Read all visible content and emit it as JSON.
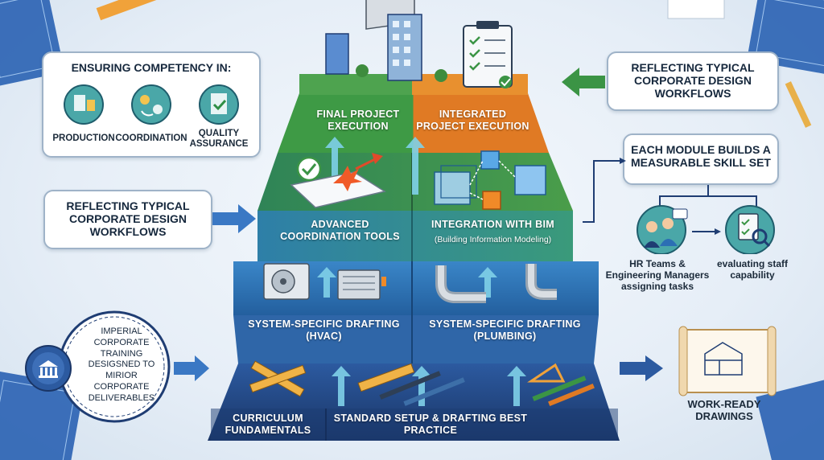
{
  "competency": {
    "title": "ENSURING COMPETENCY IN:",
    "items": [
      {
        "label": "PRODUCTION",
        "icon": "production-icon"
      },
      {
        "label": "COORDINATION",
        "icon": "coordination-icon"
      },
      {
        "label": "QUALITY ASSURANCE",
        "icon": "quality-assurance-icon"
      }
    ]
  },
  "left_workflow": {
    "text": "REFLECTING TYPICAL CORPORATE DESIGN WORKFLOWS"
  },
  "right_workflow": {
    "text": "REFLECTING TYPICAL CORPORATE DESIGN WORKFLOWS"
  },
  "seal": {
    "text": "IMPERIAL CORPORATE TRAINING DESIGSNED TO MIRIOR CORPORATE DELIVERABLES"
  },
  "modules": {
    "title": "EACH MODULE BUILDS A MEASURABLE SKILL SET",
    "hr_label": "HR Teams & Engineering Managers assigning tasks",
    "eval_label": "evaluating staff capability"
  },
  "output": {
    "label": "WORK-READY DRAWINGS"
  },
  "pyramid": {
    "level5_left": "FINAL PROJECT EXECUTION",
    "level5_right": "INTEGRATED PROJECT EXECUTION",
    "level4_left": "ADVANCED COORDINATION TOOLS",
    "level4_right": "INTEGRATION WITH BIM",
    "level4_right_sub": "(Building Information Modeling)",
    "level3_left": "SYSTEM-SPECIFIC DRAFTING (HVAC)",
    "level3_right": "SYSTEM-SPECIFIC DRAFTING (PLUMBING)",
    "level1_left": "CURRICULUM FUNDAMENTALS",
    "level1_right": "STANDARD SETUP & DRAFTING BEST PRACTICE"
  },
  "colors": {
    "navy": "#1f3d73",
    "blue": "#2c6fb4",
    "teal": "#2f8f95",
    "green": "#3b9445",
    "orange": "#e07a24"
  }
}
